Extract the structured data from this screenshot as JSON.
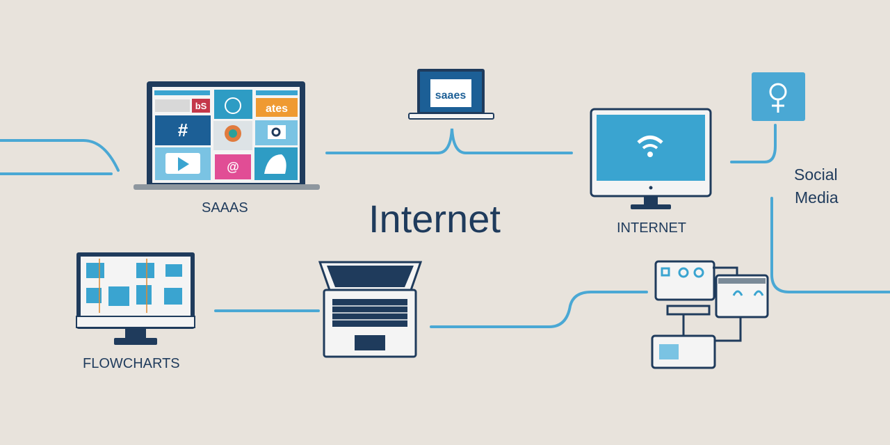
{
  "title": "Internet",
  "labels": {
    "saas": "SAAAS",
    "internet": "INTERNET",
    "social_media_line1": "Social",
    "social_media_line2": "Media",
    "flowcharts": "FLOWCHARTS"
  },
  "saas_tiles": {
    "bs": "bS",
    "hash": "#",
    "ates": "ates",
    "at": "@"
  },
  "small_laptop_screen": "saaes",
  "colors": {
    "background": "#e8e3dc",
    "navy": "#1f3b5c",
    "connector": "#4aa8d4",
    "screen_blue": "#3aa4d0"
  }
}
